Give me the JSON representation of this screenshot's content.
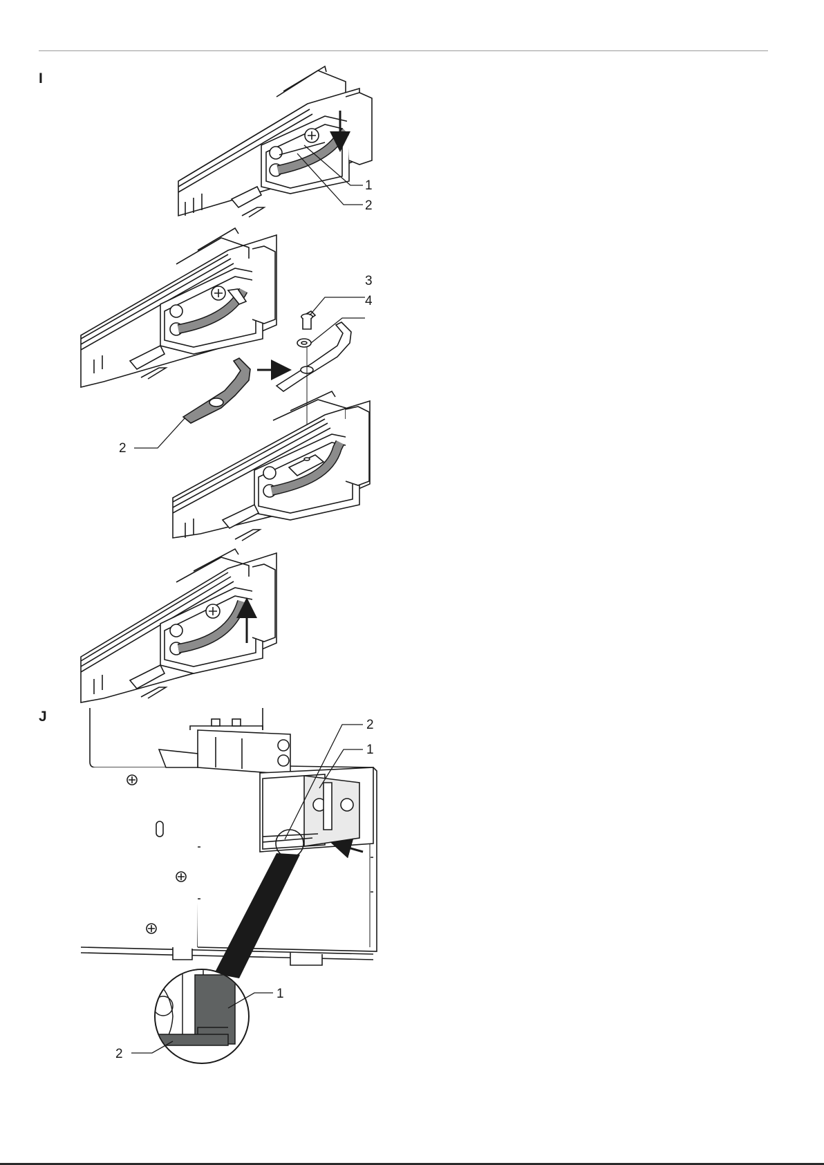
{
  "sections": {
    "i": {
      "letter": "I"
    },
    "j": {
      "letter": "J"
    }
  },
  "callouts": {
    "step1": [
      "1",
      "2"
    ],
    "step2": [
      "3",
      "4",
      "2"
    ],
    "sectionJ": [
      "2",
      "1"
    ],
    "detail": [
      "1",
      "2"
    ]
  },
  "colors": {
    "line": "#1a1a1a",
    "part_fill": "#8c8c8c",
    "detail_part": "#5f6262",
    "panel_fill": "#f2f2f2"
  }
}
